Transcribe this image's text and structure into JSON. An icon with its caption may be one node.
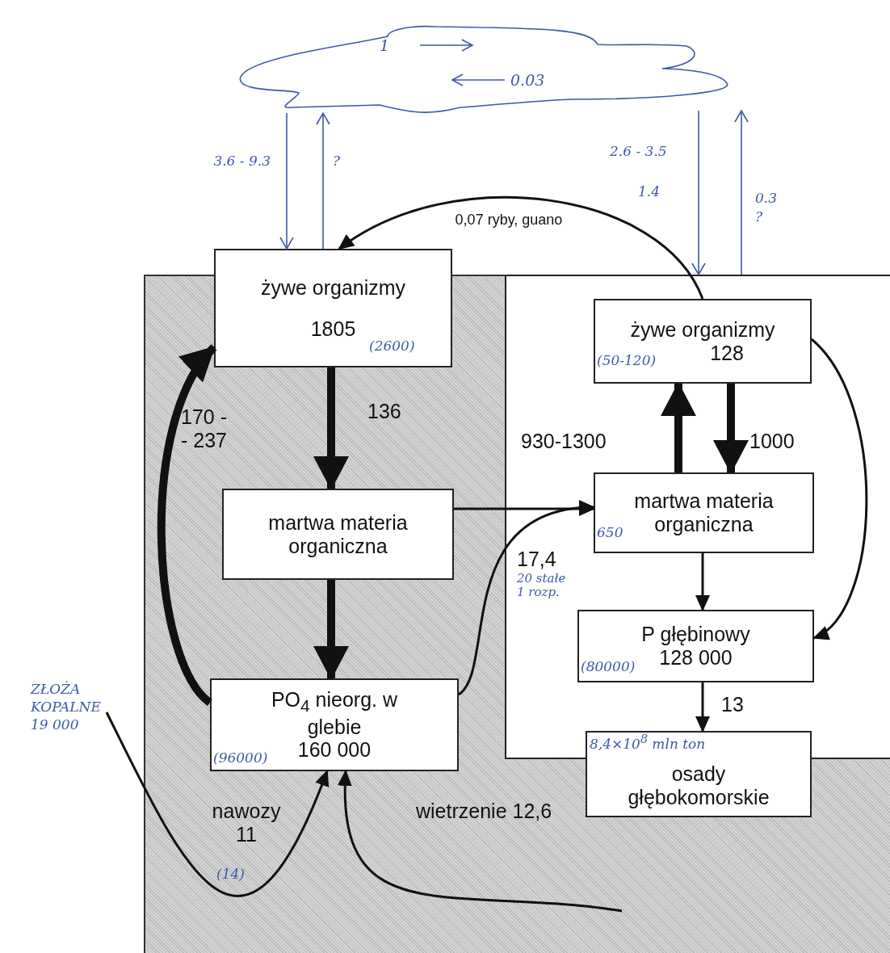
{
  "diagram": {
    "nodes": [
      {
        "text": [],
        "shape": "cloud"
      },
      {
        "text": [],
        "shape": "box"
      },
      {
        "text": [],
        "shape": "box",
        "in": 1
      },
      {
        "text": [
          "żywe organizmy",
          "1805",
          "(2600)"
        ]
      },
      {
        "text": [
          "martwa materia organiczna"
        ],
        "in": 1
      },
      {
        "text": [
          "PO$_{4}$ nieorg. w glebie",
          "(96000)",
          "160 000"
        ],
        "in": 1
      },
      {
        "text": [
          "żywe organizmy",
          "(50-120)",
          "128"
        ],
        "in": 2
      },
      {
        "text": [
          "martwa materia",
          "650",
          "organiczna"
        ],
        "in": 2
      },
      {
        "text": [
          "P głębinowy",
          "(80000)",
          "128 000"
        ],
        "in": 2
      },
      {
        "text": [
          "8,4×10$^{8}$ mln ton",
          "osady głębokomorskie"
        ],
        "in": 1
      },
      {
        "text": [
          "ZŁOŻA KOPALNE",
          "19 000"
        ]
      }
    ],
    "edges": [
      {
        "from": 0,
        "to": 3,
        "arrow": "to",
        "label": "3.6 - 9.3",
        "color": "#3a5aa8"
      },
      {
        "from": 3,
        "to": 0,
        "arrow": "to",
        "label": "?",
        "color": "#3a5aa8"
      },
      {
        "from": 0,
        "to": 2,
        "arrow": "to",
        "label": "2.6 - 3.5",
        "color": "#3a5aa8"
      },
      {
        "from": 2,
        "to": 0,
        "arrow": "to",
        "label": "0.3",
        "color": "#3a5aa8"
      },
      {
        "from": 6,
        "to": 3,
        "arrow": "to",
        "label": "0,07 ryby, guano"
      },
      {
        "from": 3,
        "to": 4,
        "arrow": "to",
        "label": "136",
        "style": "thick"
      },
      {
        "from": 5,
        "to": 3,
        "arrow": "to",
        "label": "170 - - 237",
        "style": "thick"
      },
      {
        "from": 4,
        "to": 5,
        "arrow": "to",
        "style": "thick"
      },
      {
        "from": 4,
        "to": 7,
        "arrow": "to"
      },
      {
        "from": 5,
        "to": 7,
        "arrow": "to",
        "label": "17,4"
      },
      {
        "from": 7,
        "to": 6,
        "arrow": "to",
        "label": "930-1300",
        "style": "thick"
      },
      {
        "from": 6,
        "to": 7,
        "arrow": "to",
        "label": "1000",
        "style": "thick"
      },
      {
        "from": 7,
        "to": 8,
        "arrow": "to"
      },
      {
        "from": 6,
        "to": 8,
        "arrow": "to"
      },
      {
        "from": 8,
        "to": 9,
        "arrow": "to",
        "label": "13"
      },
      {
        "from": 10,
        "to": 5,
        "arrow": "to",
        "label": "nawozy 11"
      },
      {
        "from": null,
        "to": 5,
        "arrow": "to",
        "label": "wietrzenie 12,6"
      }
    ],
    "labels": [
      "1",
      "0.03",
      "1.4",
      "?",
      "20 stałe 1 rozp.",
      "(14)"
    ]
  }
}
